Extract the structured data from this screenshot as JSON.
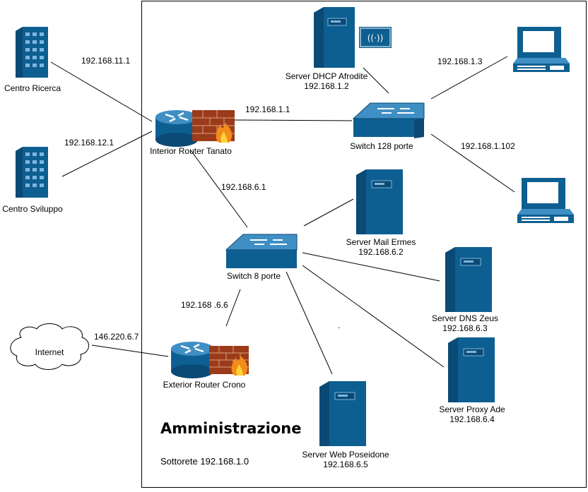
{
  "area": {
    "title": "Amministrazione",
    "subnet": "Sottorete 192.168.1.0"
  },
  "nodes": {
    "centro_ricerca": "Centro Ricerca",
    "centro_sviluppo": "Centro Sviluppo",
    "interior_router": "Interior Router Tanato",
    "exterior_router": "Exterior Router Crono",
    "internet": "Internet",
    "switch128": "Switch 128 porte",
    "switch8": "Switch 8 porte",
    "dhcp": {
      "name": "Server DHCP Afrodite",
      "ip": "192.168.1.2"
    },
    "mail": {
      "name": "Server Mail Ermes",
      "ip": "192.168.6.2"
    },
    "dns": {
      "name": "Server DNS Zeus",
      "ip": "192.168.6.3"
    },
    "proxy": {
      "name": "Server Proxy Ade",
      "ip": "192.168.6.4"
    },
    "web": {
      "name": "Server Web Poseidone",
      "ip": "192.168.6.5"
    }
  },
  "link_labels": {
    "ricerca": "192.168.11.1",
    "sviluppo": "192.168.12.1",
    "router_switch128": "192.168.1.1",
    "router_switch8": "192.168.6.1",
    "switch8_exterior": "192.168 .6.6",
    "internet": "146.220.6.7",
    "pc1": "192.168.1.3",
    "pc2": "192.168.1.102"
  },
  "stray_mark": ".",
  "colors": {
    "device_blue": "#0e5f91",
    "device_dark": "#0a4a74",
    "device_light": "#3f8fc4",
    "firewall_brick": "#9c3b1a",
    "flame": "#f28c1a",
    "line": "#000000"
  }
}
